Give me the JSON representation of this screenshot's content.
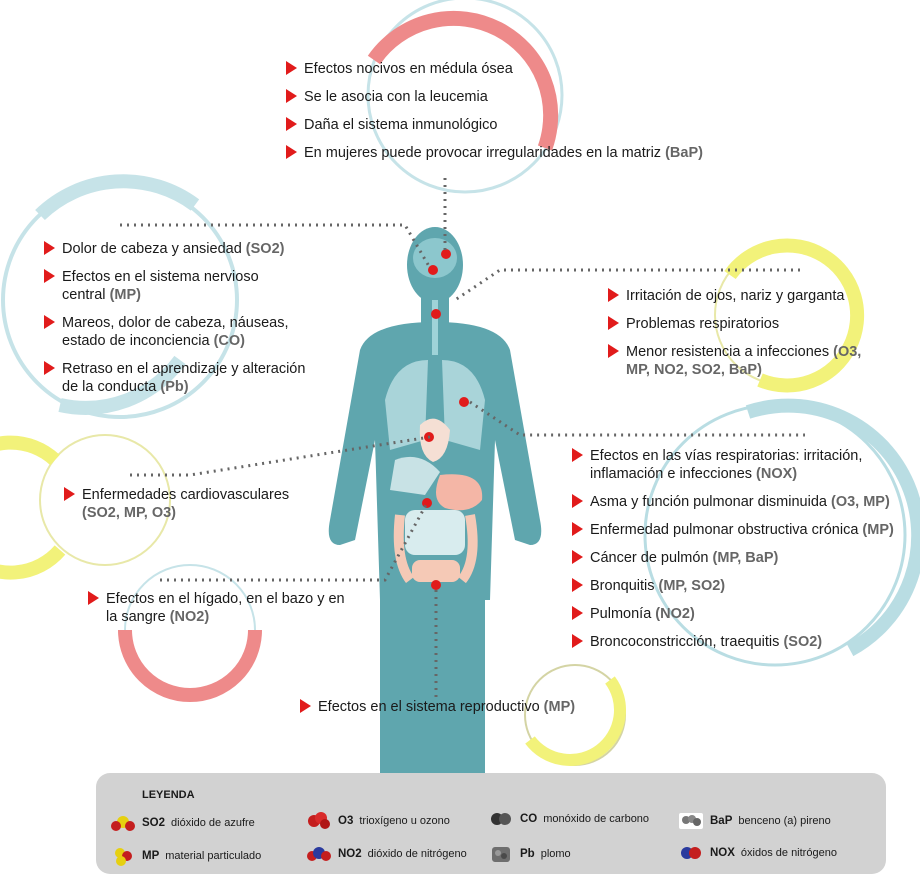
{
  "blocks": {
    "top": [
      {
        "text": "Efectos nocivos en médula ósea",
        "src": ""
      },
      {
        "text": "Se le asocia con la leucemia",
        "src": ""
      },
      {
        "text": "Daña el sistema inmunológico",
        "src": ""
      },
      {
        "text": "En mujeres puede provocar irregularidades en la matriz",
        "src": "(BaP)"
      }
    ],
    "head_left": [
      {
        "text": "Dolor de cabeza y ansiedad",
        "src": "(SO2)"
      },
      {
        "text": "Efectos en el sistema nervioso central",
        "src": "(MP)"
      },
      {
        "text": "Mareos, dolor de cabeza, náuseas, estado de inconciencia",
        "src": "(CO)"
      },
      {
        "text": "Retraso en el aprendizaje y alteración de la conducta",
        "src": "(Pb)"
      }
    ],
    "eyes_right": [
      {
        "text": "Irritación de ojos, nariz y garganta",
        "src": ""
      },
      {
        "text": "Problemas respiratorios",
        "src": ""
      },
      {
        "text": "Menor resistencia a infecciones",
        "src": "(O3, MP, NO2, SO2, BaP)"
      }
    ],
    "heart_left": [
      {
        "text": "Enfermedades cardiovasculares",
        "src": "(SO2, MP, O3)"
      }
    ],
    "lungs_right": [
      {
        "text": "Efectos en las vías respiratorias: irritación, inflamación e infecciones",
        "src": "(NOX)"
      },
      {
        "text": "Asma y función pulmonar disminuida",
        "src": "(O3, MP)"
      },
      {
        "text": "Enfermedad pulmonar obstructiva crónica",
        "src": "(MP)"
      },
      {
        "text": "Cáncer de pulmón",
        "src": "(MP, BaP)"
      },
      {
        "text": "Bronquitis",
        "src": "(MP, SO2)"
      },
      {
        "text": "Pulmonía",
        "src": "(NO2)"
      },
      {
        "text": "Broncoconstricción, traequitis",
        "src": "(SO2)"
      }
    ],
    "liver_left": [
      {
        "text": "Efectos en el hígado, en el bazo y en la sangre",
        "src": "(NO2)"
      }
    ],
    "repro": [
      {
        "text": "Efectos en el sistema reproductivo",
        "src": "(MP)"
      }
    ]
  },
  "legend": {
    "title": "LEYENDA",
    "items": [
      {
        "abbr": "SO2",
        "label": "dióxido de azufre",
        "icon": "so2-molecule-icon"
      },
      {
        "abbr": "MP",
        "label": "material particulado",
        "icon": "mp-particle-icon"
      },
      {
        "abbr": "O3",
        "label": "trioxígeno u ozono",
        "icon": "o3-molecule-icon"
      },
      {
        "abbr": "NO2",
        "label": "dióxido de nitrógeno",
        "icon": "no2-molecule-icon"
      },
      {
        "abbr": "CO",
        "label": "monóxido de carbono",
        "icon": "co-molecule-icon"
      },
      {
        "abbr": "Pb",
        "label": "plomo",
        "icon": "lead-icon"
      },
      {
        "abbr": "BaP",
        "label": "benceno (a) pireno",
        "icon": "bap-molecule-icon"
      },
      {
        "abbr": "NOX",
        "label": "óxidos de nitrógeno",
        "icon": "nox-molecule-icon"
      }
    ]
  },
  "colors": {
    "body": "#5fa6ae",
    "ring_blue": "#b9dde3",
    "ring_red": "#ee8a8a",
    "ring_yellow": "#f2f27a",
    "marker": "#e11b1b",
    "source": "#666666",
    "legend_bg": "#d2d2d2"
  }
}
